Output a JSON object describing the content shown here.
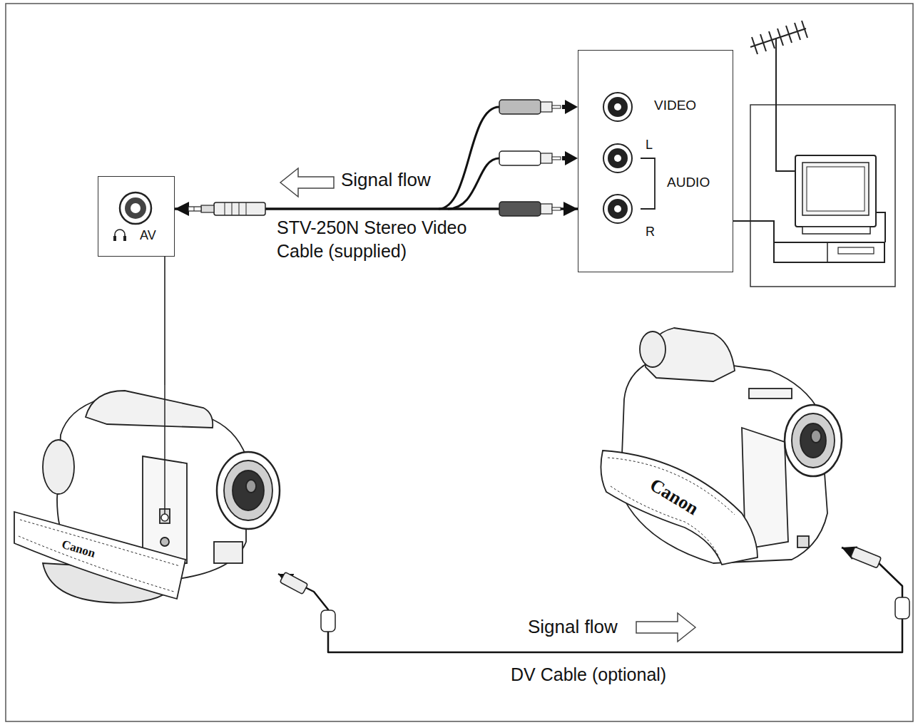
{
  "diagram": {
    "nodes": [
      {
        "text": [
          "AV"
        ]
      },
      {
        "text": [
          "VIDEO",
          "L",
          "AUDIO",
          "R"
        ]
      },
      {
        "text": [
          "Canon"
        ]
      },
      {
        "text": [
          "Canon"
        ]
      }
    ],
    "edges": [
      {
        "from": 1,
        "to": 0,
        "arrow": "both",
        "label": "STV-250N Stereo Video Cable (supplied)"
      },
      {
        "from": 0,
        "to": 2,
        "arrow": "none"
      },
      {
        "from": 2,
        "to": 3,
        "arrow": "both",
        "label": "DV Cable (optional)"
      }
    ],
    "labels": [
      "Signal flow",
      "Signal flow"
    ]
  }
}
